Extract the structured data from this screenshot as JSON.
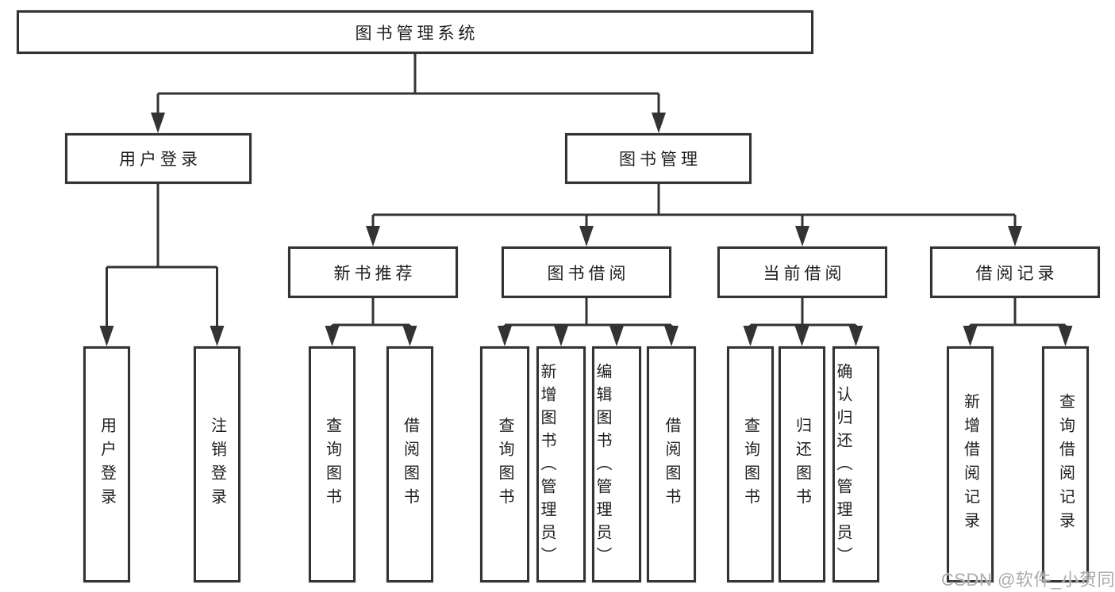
{
  "nodes": {
    "root": "图书管理系统",
    "user_login": "用户登录",
    "book_mgmt": "图书管理",
    "new_book_rec": "新书推荐",
    "book_borrow": "图书借阅",
    "current_borrow": "当前借阅",
    "borrow_record": "借阅记录",
    "leaf_user_login": "用户登录",
    "leaf_logout": "注销登录",
    "leaf_rec_query": "查询图书",
    "leaf_rec_borrow": "借阅图书",
    "leaf_bb_query": "查询图书",
    "leaf_bb_add": "新增图书（管理员）",
    "leaf_bb_edit": "编辑图书（管理员）",
    "leaf_bb_borrow": "借阅图书",
    "leaf_cb_query": "查询图书",
    "leaf_cb_return": "归还图书",
    "leaf_cb_confirm": "确认归还（管理员）",
    "leaf_br_add": "新增借阅记录",
    "leaf_br_query": "查询借阅记录"
  },
  "hierarchy": {
    "图书管理系统": {
      "用户登录": [
        "用户登录",
        "注销登录"
      ],
      "图书管理": {
        "新书推荐": [
          "查询图书",
          "借阅图书"
        ],
        "图书借阅": [
          "查询图书",
          "新增图书（管理员）",
          "编辑图书（管理员）",
          "借阅图书"
        ],
        "当前借阅": [
          "查询图书",
          "归还图书",
          "确认归还（管理员）"
        ],
        "借阅记录": [
          "新增借阅记录",
          "查询借阅记录"
        ]
      }
    }
  },
  "watermark": "CSDN @软件_小贺同学",
  "colors": {
    "line": "#333333",
    "text": "#1f1f1f",
    "watermark": "#ababab",
    "background": "#ffffff"
  }
}
